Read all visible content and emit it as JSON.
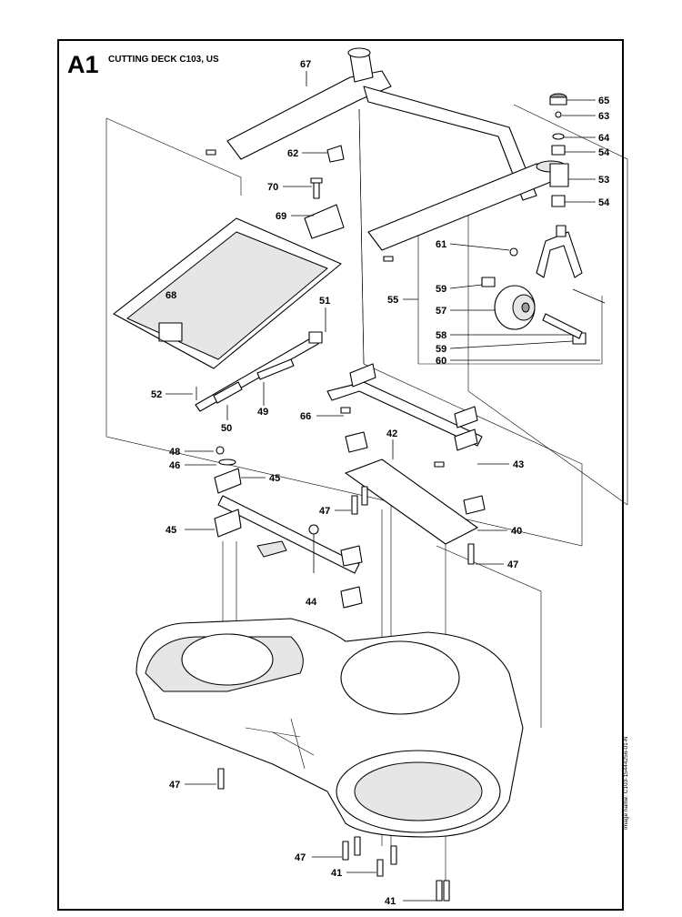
{
  "header": {
    "section_code": "A1",
    "title": "CUTTING DECK C103, US"
  },
  "side_note": "Image name: C103-15444256-01-N",
  "callouts": {
    "c67": "67",
    "c65": "65",
    "c63": "63",
    "c64": "64",
    "c54a": "54",
    "c53": "53",
    "c54b": "54",
    "c62": "62",
    "c70": "70",
    "c69": "69",
    "c61": "61",
    "c55": "55",
    "c59a": "59",
    "c57": "57",
    "c58": "58",
    "c59b": "59",
    "c60": "60",
    "c68": "68",
    "c51": "51",
    "c52": "52",
    "c50": "50",
    "c49": "49",
    "c66": "66",
    "c42": "42",
    "c48": "48",
    "c46": "46",
    "c45a": "45",
    "c43": "43",
    "c47a": "47",
    "c45b": "45",
    "c40": "40",
    "c47b": "47",
    "c44": "44",
    "c47c": "47",
    "c47d": "47",
    "c41a": "41",
    "c41b": "41"
  }
}
